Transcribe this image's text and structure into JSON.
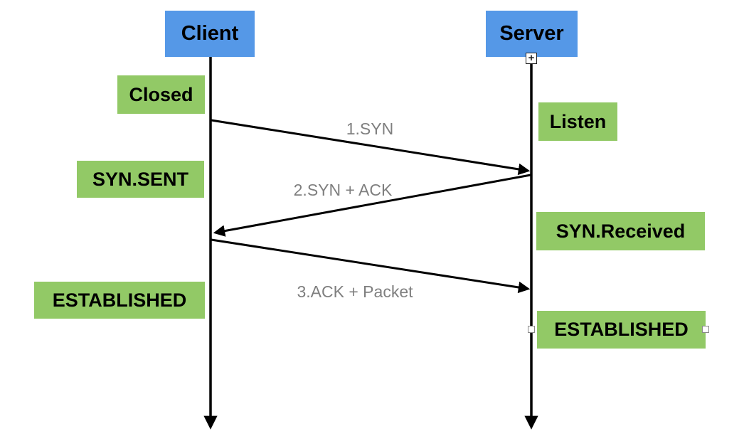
{
  "colors": {
    "actor_fill": "#5598E7",
    "state_fill": "#92C966",
    "message_label": "#7F7F7F",
    "line": "#000000",
    "background": "#FFFFFF"
  },
  "actors": {
    "client": {
      "label": "Client"
    },
    "server": {
      "label": "Server"
    }
  },
  "states": {
    "client": [
      "Closed",
      "SYN.SENT",
      "ESTABLISHED"
    ],
    "server": [
      "Listen",
      "SYN.Received",
      "ESTABLISHED"
    ]
  },
  "messages": [
    "1.SYN",
    "2.SYN + ACK",
    "3.ACK + Packet"
  ],
  "icons": {
    "plus_handle": "+"
  }
}
